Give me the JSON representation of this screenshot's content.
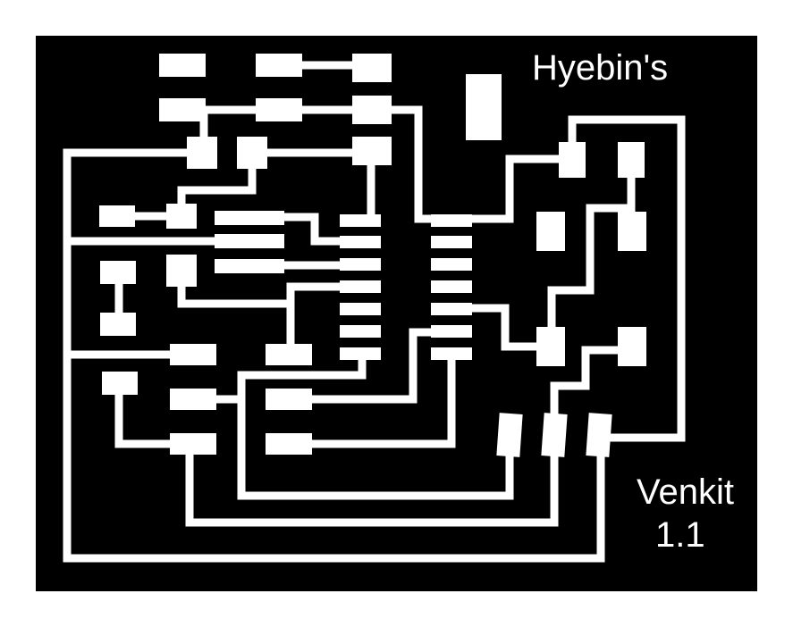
{
  "board": {
    "background_color": "#000000",
    "copper_color": "#ffffff",
    "page_color": "#ffffff"
  },
  "labels": {
    "owner": "Hyebin's",
    "project": "Venkit",
    "version": "1.1"
  }
}
